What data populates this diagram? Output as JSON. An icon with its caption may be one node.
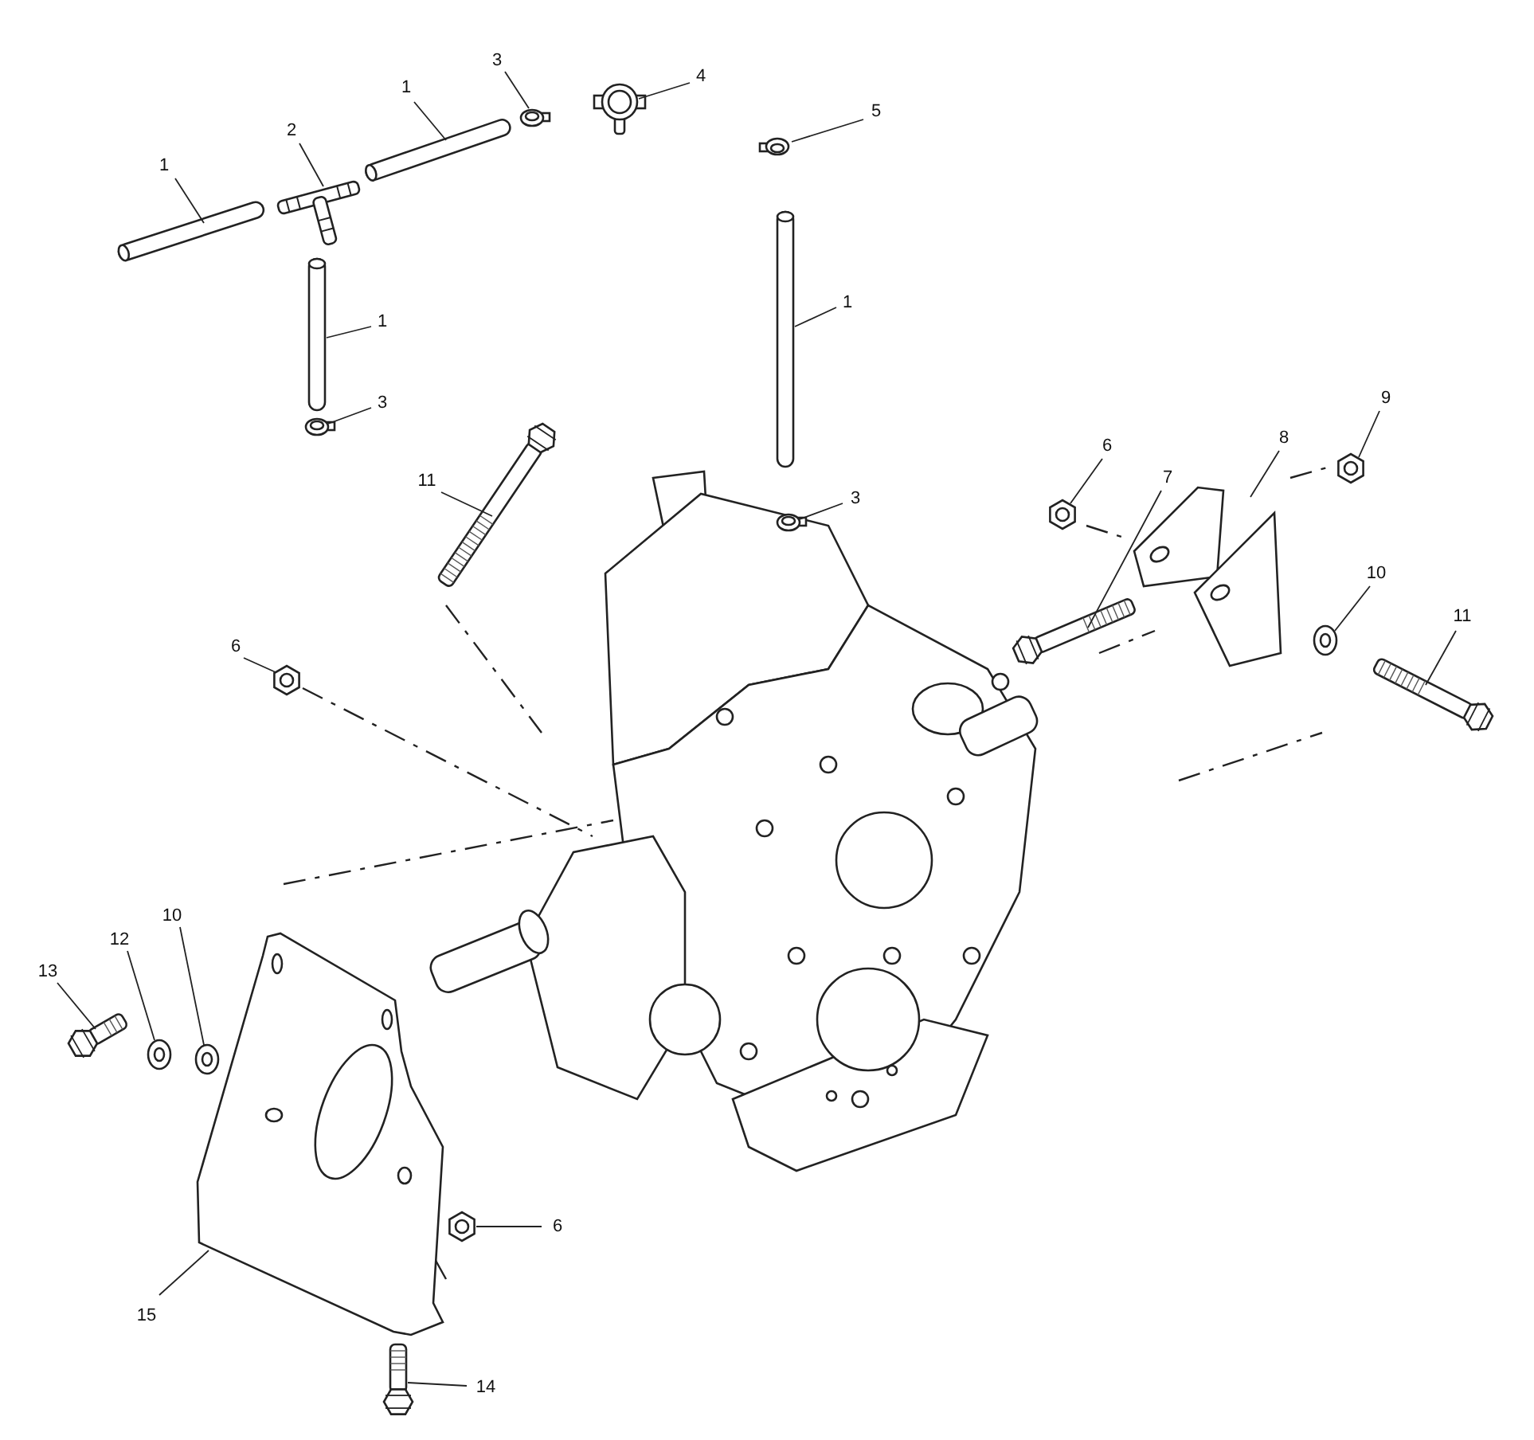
{
  "diagram": {
    "nodes": [
      {
        "text": [
          "1"
        ]
      },
      {
        "text": [
          "2"
        ]
      },
      {
        "text": [
          "1"
        ]
      },
      {
        "text": [
          "3"
        ]
      },
      {
        "text": [
          "4"
        ]
      },
      {
        "text": [
          "5"
        ]
      },
      {
        "text": [
          "1"
        ]
      },
      {
        "text": [
          "3"
        ]
      },
      {
        "text": [
          "1"
        ]
      },
      {
        "text": [
          "3"
        ]
      },
      {
        "text": [
          "11"
        ]
      },
      {
        "text": [
          "6"
        ]
      },
      {
        "text": [
          "6"
        ]
      },
      {
        "text": [
          "7"
        ]
      },
      {
        "text": [
          "8"
        ]
      },
      {
        "text": [
          "9"
        ]
      },
      {
        "text": [
          "10"
        ]
      },
      {
        "text": [
          "11"
        ]
      },
      {
        "text": [
          "13"
        ]
      },
      {
        "text": [
          "12"
        ]
      },
      {
        "text": [
          "10"
        ]
      },
      {
        "text": [
          "15"
        ]
      },
      {
        "text": [
          "6"
        ]
      },
      {
        "text": [
          "14"
        ]
      },
      {
        "text": [],
        "shape": "picture"
      },
      {
        "text": [],
        "shape": "picture"
      },
      {
        "text": [],
        "shape": "picture"
      },
      {
        "text": [],
        "shape": "picture"
      },
      {
        "text": [],
        "shape": "picture"
      },
      {
        "text": [],
        "shape": "picture"
      },
      {
        "text": [],
        "shape": "picture"
      },
      {
        "text": [],
        "shape": "picture"
      },
      {
        "text": [],
        "shape": "picture"
      },
      {
        "text": [],
        "shape": "picture"
      },
      {
        "text": [],
        "shape": "picture"
      },
      {
        "text": [],
        "shape": "picture"
      },
      {
        "text": [],
        "shape": "picture"
      },
      {
        "text": [],
        "shape": "picture"
      },
      {
        "text": [],
        "shape": "picture"
      },
      {
        "text": [],
        "shape": "picture"
      },
      {
        "text": [],
        "shape": "picture"
      },
      {
        "text": [],
        "shape": "picture"
      },
      {
        "text": [],
        "shape": "picture"
      },
      {
        "text": [],
        "shape": "picture"
      },
      {
        "text": [],
        "shape": "picture"
      },
      {
        "text": [],
        "shape": "picture"
      },
      {
        "text": [],
        "shape": "picture"
      },
      {
        "text": [],
        "shape": "picture"
      }
    ],
    "edges": [
      {
        "from": 0,
        "to": 24,
        "arrow": "none"
      },
      {
        "from": 1,
        "to": 25,
        "arrow": "none"
      },
      {
        "from": 2,
        "to": 26,
        "arrow": "none"
      },
      {
        "from": 3,
        "to": 27,
        "arrow": "none"
      },
      {
        "from": 4,
        "to": 28,
        "arrow": "none"
      },
      {
        "from": 5,
        "to": 29,
        "arrow": "none"
      },
      {
        "from": 6,
        "to": 30,
        "arrow": "none"
      },
      {
        "from": 7,
        "to": 31,
        "arrow": "none"
      },
      {
        "from": 8,
        "to": 32,
        "arrow": "none"
      },
      {
        "from": 9,
        "to": 33,
        "arrow": "none"
      },
      {
        "from": 10,
        "to": 34,
        "arrow": "none"
      },
      {
        "from": 11,
        "to": 35,
        "arrow": "none"
      },
      {
        "from": 12,
        "to": 36,
        "arrow": "none"
      },
      {
        "from": 13,
        "to": 37,
        "arrow": "none"
      },
      {
        "from": 14,
        "to": 38,
        "arrow": "none"
      },
      {
        "from": 15,
        "to": 39,
        "arrow": "none"
      },
      {
        "from": 16,
        "to": 40,
        "arrow": "none"
      },
      {
        "from": 17,
        "to": 41,
        "arrow": "none"
      },
      {
        "from": 18,
        "to": 42,
        "arrow": "none"
      },
      {
        "from": 19,
        "to": 43,
        "arrow": "none"
      },
      {
        "from": 20,
        "to": 44,
        "arrow": "none"
      },
      {
        "from": 21,
        "to": 45,
        "arrow": "none"
      },
      {
        "from": 22,
        "to": 46,
        "arrow": "none"
      },
      {
        "from": 23,
        "to": 47,
        "arrow": "none"
      }
    ]
  }
}
